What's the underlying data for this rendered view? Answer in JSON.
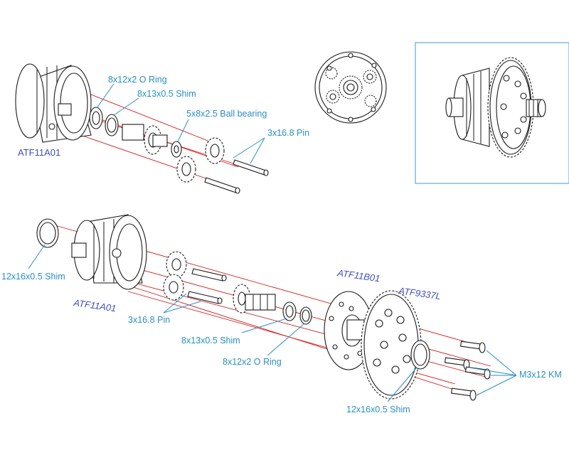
{
  "top_assembly": {
    "callouts": {
      "o_ring": "8x12x2  O Ring",
      "shim": "8x13x0.5 Shim",
      "ball_bearing": "5x8x2.5 Ball bearing",
      "pin": "3x16.8 Pin"
    },
    "part_number": "ATF11A01"
  },
  "bottom_assembly": {
    "callouts": {
      "shim_left": "12x16x0.5 Shim",
      "pin": "3x16.8 Pin",
      "shim_8x13": "8x13x0.5 Shim",
      "o_ring": "8x12x2  O Ring",
      "screw": "M3x12 KM",
      "shim_right": "12x16x0.5 Shim"
    },
    "part_numbers": {
      "case": "ATF11A01",
      "cover": "ATF11B01",
      "gear": "ATF9337L"
    }
  },
  "colors": {
    "callout_text": "#2a8fc4",
    "part_number_text": "#3f4ec0",
    "axis_lines": "#d22020",
    "inset_border": "#5aaed6"
  }
}
